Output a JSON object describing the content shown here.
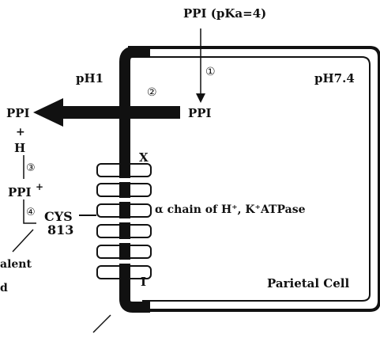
{
  "figure": {
    "ppi_top_label": "PPI (pKa=4)",
    "step1": "①",
    "step2": "②",
    "step3": "③",
    "step4": "④",
    "ph_outside": "pH1",
    "ph_inside": "pH7.4",
    "ppi_inside": "PPI",
    "ppi_outside": "PPI",
    "plus_sign": "+",
    "h_label": "H",
    "ppi_protonated": "PPI",
    "ppi_protonated_charge": "+",
    "cys_label": "CYS",
    "cys_number": "813",
    "membrane_x_label": "X",
    "membrane_i_label": "I",
    "alpha_chain_label": "α chain of H⁺, K⁺ATPase",
    "cell_label": "Parietal Cell",
    "covalent_fragment": "alent",
    "bond_fragment": "d"
  }
}
